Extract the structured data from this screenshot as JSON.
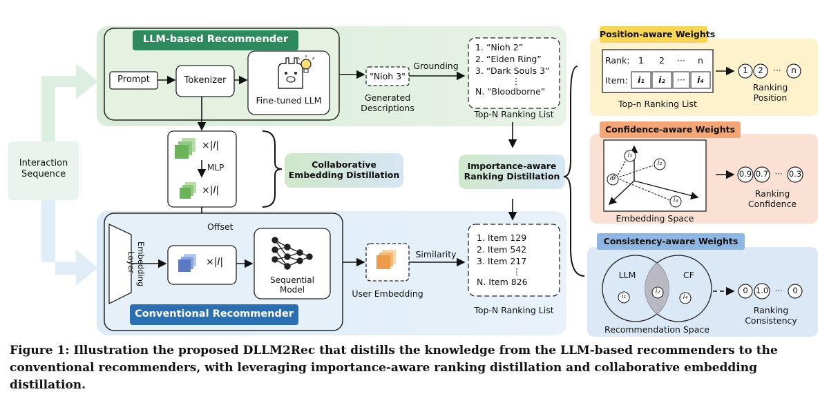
{
  "input": {
    "interaction_sequence": "Interaction\nSequence"
  },
  "llm_rec": {
    "title": "LLM-based Recommender",
    "prompt": "Prompt",
    "tokenizer": "Tokenizer",
    "finetuned": "Fine-tuned LLM",
    "generated": "\"Nioh 3\"",
    "generated_caption": "Generated\nDescriptions",
    "grounding": "Grounding",
    "ranking_items": [
      "1.  “Nioh 2”",
      "2.  “Elden Ring”",
      "3.  “Dark Souls 3”",
      "⋮",
      "N.  “Bloodborne”"
    ],
    "ranking_caption": "Top-N Ranking List"
  },
  "middle": {
    "times_i": "×|𝐼|",
    "mlp": "MLP",
    "ced_label": "Collaborative\nEmbedding Distillation",
    "offset": "Offset",
    "ird_label": "Importance-aware\nRanking Distillation"
  },
  "conv_rec": {
    "title": "Conventional Recommender",
    "embedding_layer": "Embedding\nLayer",
    "times_i": "×|𝐼|",
    "seq_model": "Sequential\nModel",
    "user_emb": "User Embedding",
    "similarity": "Similarity",
    "ranking_items": [
      "1.   Item 129",
      "2.   Item 542",
      "3.   Item 217",
      "⋮",
      "N.   Item 826"
    ],
    "ranking_caption": "Top-N Ranking List"
  },
  "position": {
    "title": "Position-aware Weights",
    "rank_label": "Rank:",
    "ranks": [
      "1",
      "2",
      "···",
      "n"
    ],
    "item_label": "Item:",
    "items": [
      "i₁",
      "i₂",
      "···",
      "i₄"
    ],
    "list_caption": "Top-n Ranking List",
    "circles": [
      "1",
      "2",
      "n"
    ],
    "dots": "···",
    "result": "Ranking\nPosition"
  },
  "confidence": {
    "title": "Confidence-aware Weights",
    "nodes": [
      "i₁",
      "i₂",
      "iθ",
      "i₄"
    ],
    "space_caption": "Embedding Space",
    "circles": [
      "0.9",
      "0.7",
      "0.3"
    ],
    "dots": "···",
    "result": "Ranking\nConfidence"
  },
  "consistency": {
    "title": "Consistency-aware Weights",
    "llm": "LLM",
    "cf": "CF",
    "nodes": [
      "i₁",
      "i₂",
      "i₄"
    ],
    "space_caption": "Recommendation Space",
    "circles": [
      "0",
      "1.0",
      "0"
    ],
    "dots": "···",
    "result": "Ranking\nConsistency"
  },
  "caption": {
    "bold": "Figure 1: Illustration the proposed DLLM2Rec that distills the knowledge from the LLM-based recommenders to the conventional recommenders, with leveraging importance-aware ranking distillation and collaborative embedding distillation."
  }
}
